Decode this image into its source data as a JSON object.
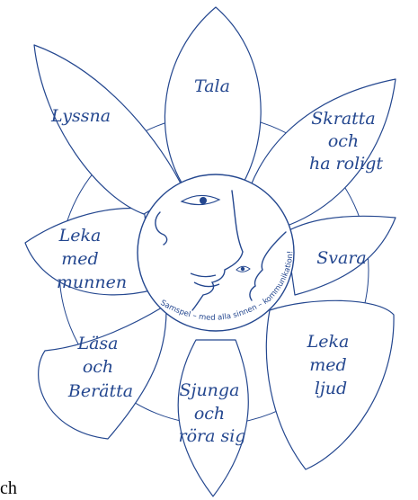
{
  "colors": {
    "line": "#24478f",
    "background": "#ffffff"
  },
  "petals": [
    {
      "id": "tala",
      "lines": [
        "Tala"
      ]
    },
    {
      "id": "skratta",
      "lines": [
        "Skratta",
        "och",
        "ha roligt"
      ]
    },
    {
      "id": "svara",
      "lines": [
        "Svara"
      ]
    },
    {
      "id": "leka-med-ljud",
      "lines": [
        "Leka",
        "med",
        "ljud"
      ]
    },
    {
      "id": "sjunga",
      "lines": [
        "Sjunga",
        "och",
        "röra sig"
      ]
    },
    {
      "id": "lasa",
      "lines": [
        "Läsa",
        "och",
        "Berätta"
      ]
    },
    {
      "id": "leka-med-munnen",
      "lines": [
        "Leka",
        "med",
        "munnen"
      ]
    },
    {
      "id": "lyssna",
      "lines": [
        "Lyssna"
      ]
    }
  ],
  "ring_caption": "Samspel – med alla sinnen – kommunikation!",
  "corner_text": "ch"
}
